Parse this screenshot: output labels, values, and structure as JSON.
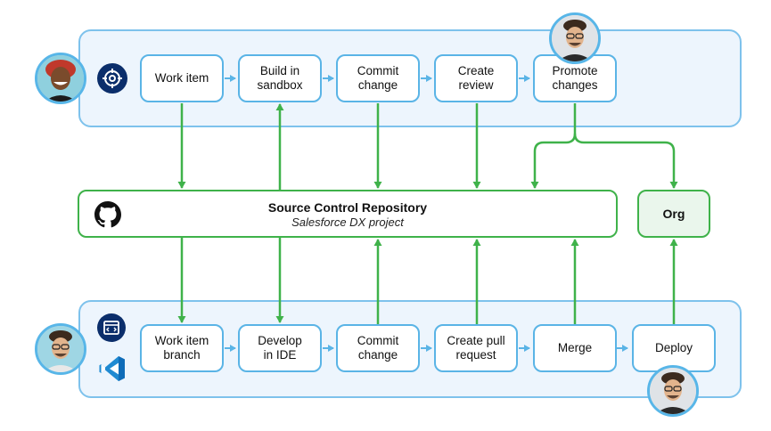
{
  "top_lane": {
    "steps": [
      {
        "line1": "Work item",
        "line2": ""
      },
      {
        "line1": "Build in",
        "line2": "sandbox"
      },
      {
        "line1": "Commit",
        "line2": "change"
      },
      {
        "line1": "Create",
        "line2": "review"
      },
      {
        "line1": "Promote",
        "line2": "changes"
      }
    ]
  },
  "repository": {
    "title": "Source Control Repository",
    "subtitle": "Salesforce DX project"
  },
  "org": {
    "label": "Org"
  },
  "bottom_lane": {
    "steps": [
      {
        "line1": "Work item",
        "line2": "branch"
      },
      {
        "line1": "Develop",
        "line2": "in IDE"
      },
      {
        "line1": "Commit",
        "line2": "change"
      },
      {
        "line1": "Create pull",
        "line2": "request"
      },
      {
        "line1": "Merge",
        "line2": ""
      },
      {
        "line1": "Deploy",
        "line2": ""
      }
    ]
  },
  "icons": [
    "target-icon",
    "github-icon",
    "code-window-icon",
    "vscode-icon"
  ],
  "colors": {
    "blue_arrow": "#5ab4e6",
    "green_arrow": "#3fb24a",
    "lane_fill": "#edf5fd",
    "lane_border": "#7ec2ec",
    "org_fill": "#eaf6ec",
    "icon_navy": "#0b2e6b"
  }
}
